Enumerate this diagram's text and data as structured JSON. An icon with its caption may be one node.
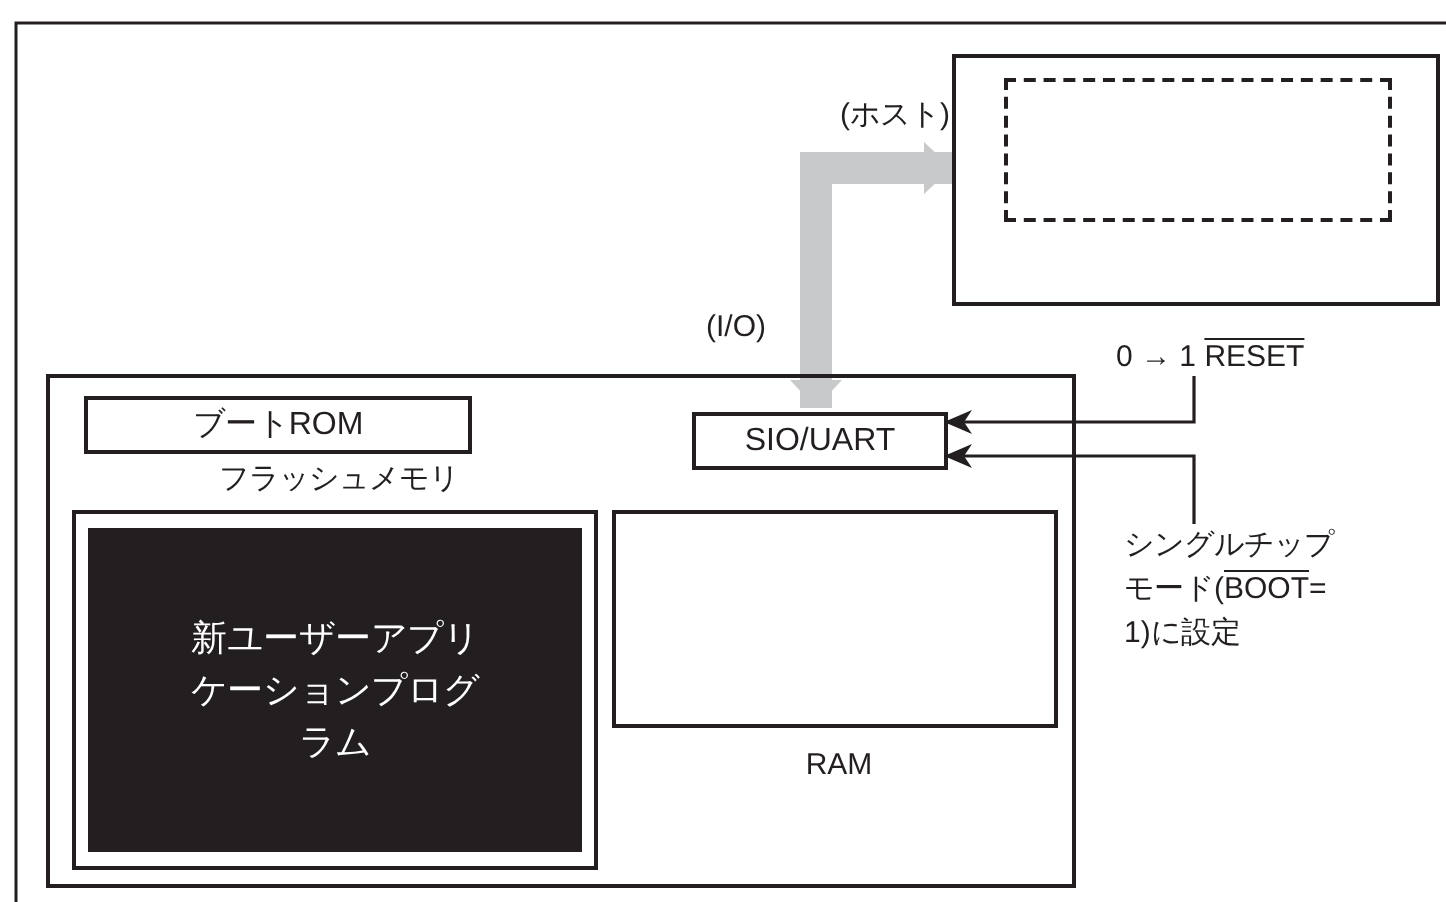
{
  "diagram": {
    "nodes": [
      {
        "text": [
          "(ホスト)"
        ]
      },
      {
        "text": [],
        "shape": "box",
        "in": 0
      },
      {
        "text": [],
        "shape": "box"
      },
      {
        "text": [
          "ブートROM"
        ],
        "in": 2
      },
      {
        "text": [
          "SIO/UART"
        ],
        "in": 2
      },
      {
        "text": [
          "フラッシュメモリ"
        ],
        "in": 2
      },
      {
        "text": [
          "新ユーザーアプリケーションプログラム"
        ],
        "in": 5
      },
      {
        "text": [
          "RAM"
        ],
        "in": 2
      },
      {
        "text": [
          "0 → 1 RESET"
        ]
      },
      {
        "text": [
          "シングルチップモード(BOOT=1)に設定"
        ]
      }
    ],
    "edges": [
      {
        "from": 4,
        "to": 0,
        "arrow": "both",
        "label": "(I/O)",
        "style": "thick",
        "color": "#c8c9ca"
      },
      {
        "from": 8,
        "to": 4,
        "arrow": "to"
      },
      {
        "from": 9,
        "to": 4,
        "arrow": "to"
      }
    ]
  }
}
